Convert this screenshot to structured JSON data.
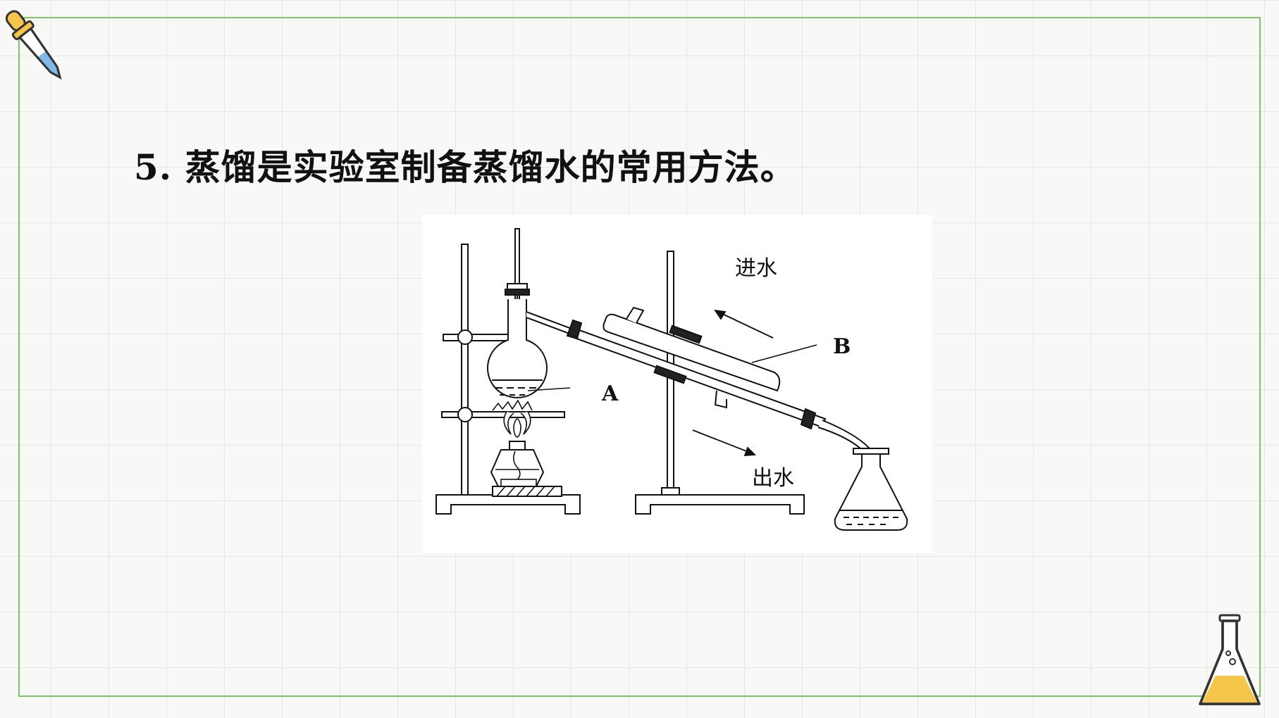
{
  "question": {
    "number": "5.",
    "text": "蒸馏是实验室制备蒸馏水的常用方法。"
  },
  "diagram": {
    "label_a": "A",
    "label_b": "B",
    "water_in": "进水",
    "water_out": "出水"
  },
  "colors": {
    "frame_border": "#7dc36a",
    "grid_line": "#e6e6e3",
    "flask_liquid": "#f5c64a",
    "dropper_liquid": "#7fb9e8"
  }
}
